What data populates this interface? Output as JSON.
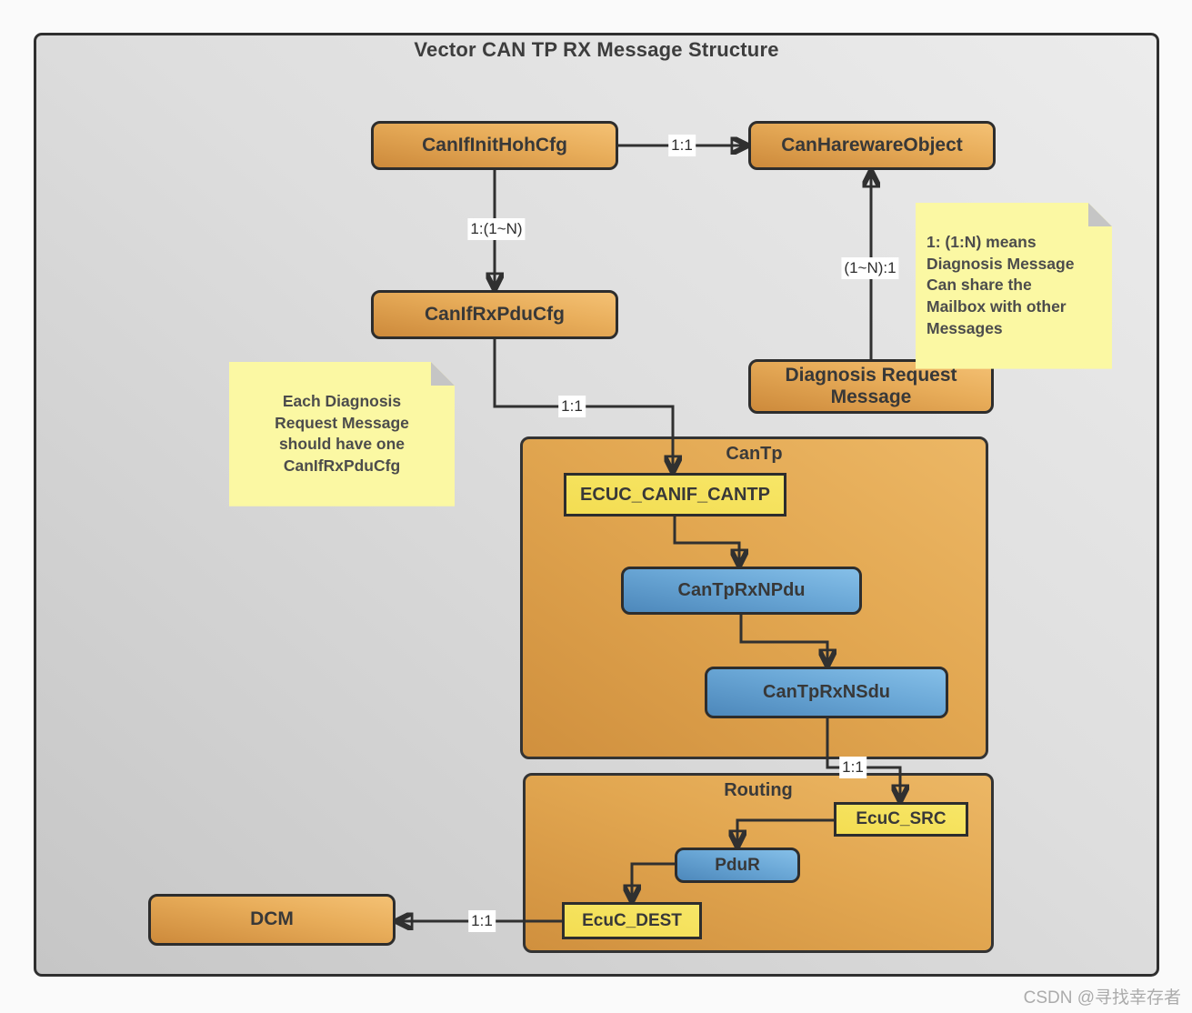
{
  "title": "Vector CAN TP RX Message Structure",
  "watermark": "CSDN @寻找幸存者",
  "containers": {
    "canTp": "CanTp",
    "routing": "Routing"
  },
  "nodes": {
    "canIfInitHohCfg": "CanIfInitHohCfg",
    "canHarewareObject": "CanHarewareObject",
    "canIfRxPduCfg": "CanIfRxPduCfg",
    "diagnosisRequestMessage": "Diagnosis Request\nMessage",
    "ecucCanifCantp": "ECUC_CANIF_CANTP",
    "canTpRxNPdu": "CanTpRxNPdu",
    "canTpRxNSdu": "CanTpRxNSdu",
    "ecucSrc": "EcuC_SRC",
    "pduR": "PduR",
    "ecucDest": "EcuC_DEST",
    "dcm": "DCM"
  },
  "edge_labels": {
    "hoh_to_hw": "1:1",
    "hoh_to_rxpdu": "1:(1~N)",
    "diag_to_hw": "(1~N):1",
    "rxpdu_to_cantp": "1:1",
    "nsdu_to_src": "1:1",
    "dest_to_dcm": "1:1"
  },
  "notes": {
    "left": "Each Diagnosis\nRequest Message\nshould have one\nCanIfRxPduCfg",
    "right": "1: (1:N) means\nDiagnosis Message\nCan share the\nMailbox with other\nMessages"
  },
  "colors": {
    "node_orange": "#e8ad5a",
    "node_blue": "#6aa7d6",
    "node_yellow": "#f5e15c",
    "note_yellow": "#fbf8a3",
    "line": "#303030",
    "canvas_gray": "#d9d9d9"
  }
}
